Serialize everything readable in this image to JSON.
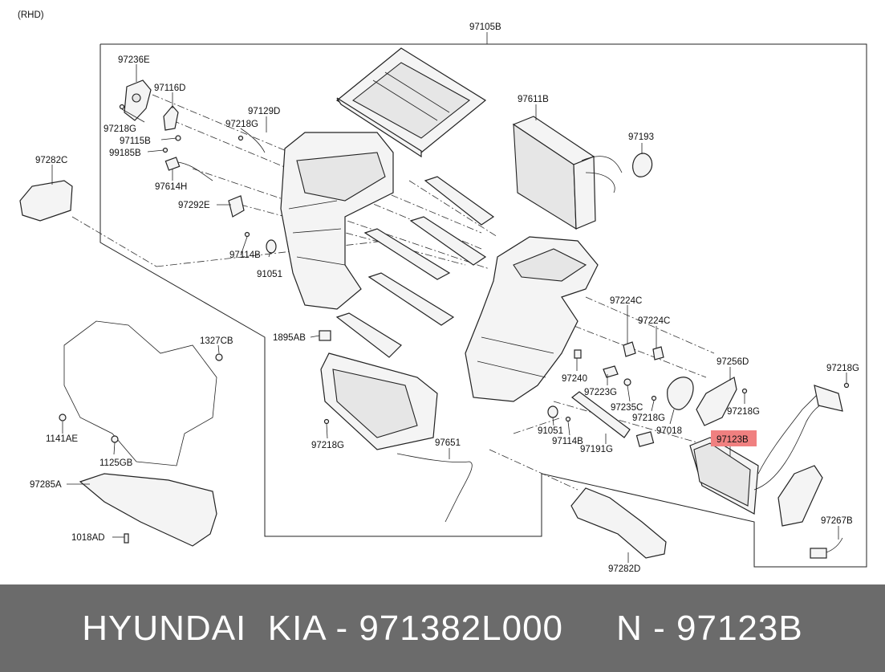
{
  "diagram": {
    "tag": "(RHD)",
    "labels": {
      "l97105B": "97105B",
      "l97236E": "97236E",
      "l97116D": "97116D",
      "l97218G_a": "97218G",
      "l97115B": "97115B",
      "l99185B": "99185B",
      "l97129D": "97129D",
      "l97218G_b": "97218G",
      "l97614H": "97614H",
      "l97292E": "97292E",
      "l97282C": "97282C",
      "l97114B_a": "97114B",
      "l91051_a": "91051",
      "l97611B": "97611B",
      "l97193": "97193",
      "l1327CB": "1327CB",
      "l1895AB": "1895AB",
      "l1141AE": "1141AE",
      "l1125GB": "1125GB",
      "l97285A": "97285A",
      "l1018AD": "1018AD",
      "l97218G_c": "97218G",
      "l97651": "97651",
      "l97224C_a": "97224C",
      "l97224C_b": "97224C",
      "l97240": "97240",
      "l97223G": "97223G",
      "l97235C": "97235C",
      "l97218G_d": "97218G",
      "l97256D": "97256D",
      "l97218G_e": "97218G",
      "l97218G_f": "97218G",
      "l97018": "97018",
      "l91051_b": "91051",
      "l97114B_b": "97114B",
      "l97191G": "97191G",
      "l97123B": "97123B",
      "l97267B": "97267B",
      "l97282D": "97282D"
    },
    "highlight_color": "#f08080"
  },
  "footer": {
    "text": "HYUNDAI  KIA - 971382L000     N - 97123B",
    "background": "#6b6b6b"
  }
}
